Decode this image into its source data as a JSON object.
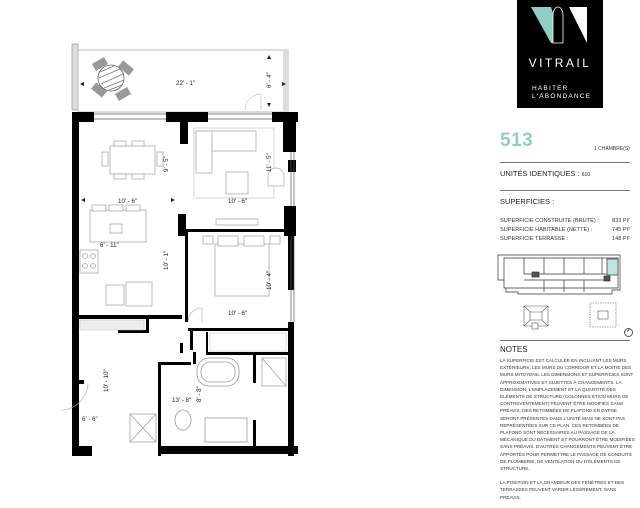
{
  "brand": {
    "name": "VITRAIL",
    "tagline_line1": "HABITER",
    "tagline_line2": "L'ABONDANCE",
    "colors": {
      "logo_bg": "#000000",
      "accent": "#8fcfc2"
    }
  },
  "unit": {
    "number": "513",
    "bedrooms": "1 CHAMBRE(S)",
    "identical_units_label": "UNITÉS IDENTIQUES :",
    "identical_units_value": "610"
  },
  "areas": {
    "title": "SUPERFICIES :",
    "rows": [
      {
        "label": "SUPERFICIE CONSTRUITE (BRUTE) :",
        "value": "833 PI²"
      },
      {
        "label": "SUPERFICIE HABITABLE (NETTE) :",
        "value": "745 PI²"
      },
      {
        "label": "SUPERFICIE TERRASSE :",
        "value": "148 PI²"
      }
    ]
  },
  "keyplan": {
    "highlight_color": "#bfe3df",
    "compass_icon": "north-arrow"
  },
  "notes": {
    "title": "NOTES",
    "paragraph1": "LA SUPERFICIE EST CALCULÉE EN INCLUANT LES MURS EXTÉRIEURS, LES MURS DU CORRIDOR ET LA MOITIÉ DES MURS MITOYENS. LES DIMENSIONS ET SUPERFICIES SONT APPROXIMATIVES ET SUJETTES À CHANGEMENTS. LA DIMENSION, L'EMPLACEMENT ET LA QUANTITÉ DES ÉLÉMENTS DE STRUCTURE (COLONNES ET/OU MURS DE CONTREVENTEMENT) PEUVENT ÊTRE MODIFIÉS SANS PRÉAVIS. DES RETOMBÉES DE PLAFOND EN GYPSE SERONT PRÉSENTES DANS L'UNITÉ MAIS NE SONT PAS REPRÉSENTÉES SUR CE PLAN. CES RETOMBÉES DE PLAFOND SONT NÉCESSAIRES AU PASSAGE DE LA MÉCANIQUE DU BÂTIMENT ET POURRONT ÊTRE MODIFIÉES SANS PRÉAVIS. D'AUTRES CHANGEMENTS PEUVENT ÊTRE APPORTÉS POUR PERMETTRE LE PASSAGE DE CONDUITS DE PLOMBERIE, DE VENTILATION OU D'ÉLÉMENTS DE STRUCTURE.",
    "paragraph2": "LA POSITION ET LA GRANDEUR DES FENÊTRES ET DES TERRASSES PEUVENT VARIER LÉGÈREMENT, SANS PRÉAVIS."
  },
  "plan": {
    "dimensions": {
      "terrace_width": "22' - 1\"",
      "terrace_depth": "6' - 4\"",
      "dining_width": "10' - 6\"",
      "dining_depth": "9' - 5\"",
      "living_width": "10' - 6\"",
      "living_depth": "11' - 5\"",
      "kitchen_width": "6' - 11\"",
      "kitchen_depth": "10' - 1\"",
      "bedroom_width": "10' - 6\"",
      "bedroom_depth": "10' - 4\"",
      "entry_depth": "10' - 10\"",
      "entry_width": "6' - 6\"",
      "bath_width": "13' - 8\"",
      "bath_depth": "8' - 8\""
    }
  }
}
